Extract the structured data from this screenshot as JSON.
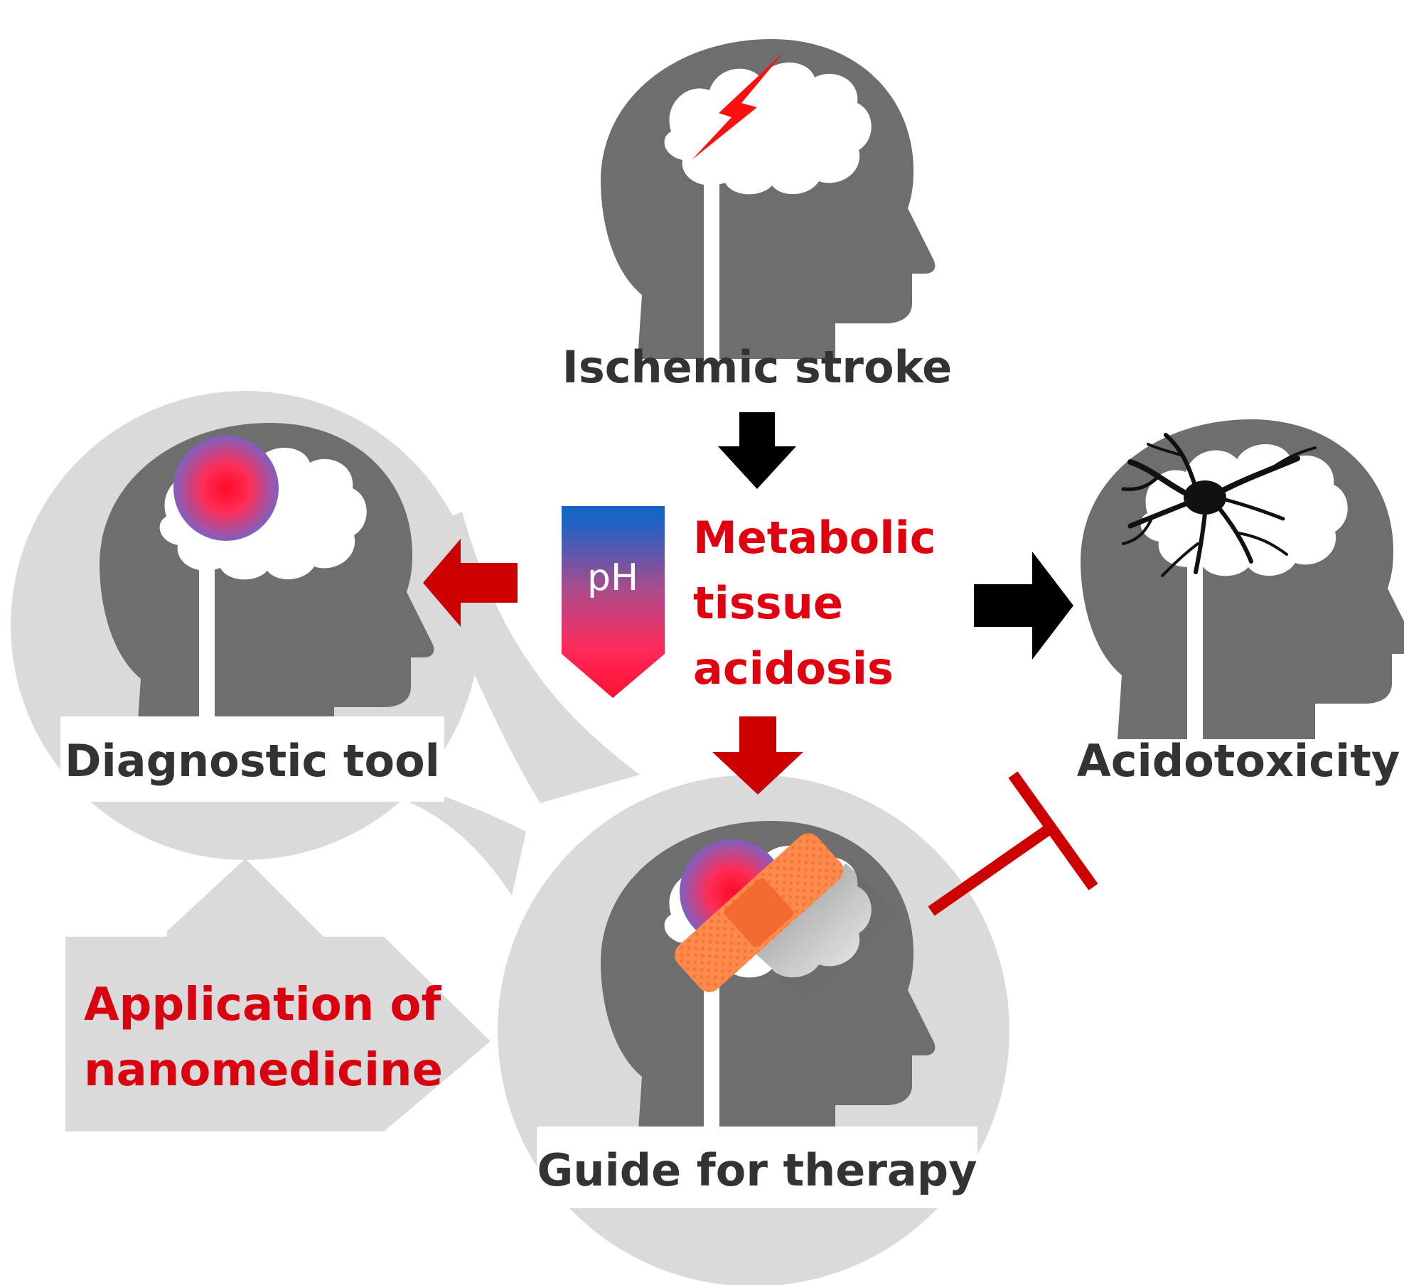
{
  "nodes": {
    "stroke": {
      "label": "Ischemic stroke"
    },
    "acidosis": {
      "lines": [
        "Metabolic",
        "tissue",
        "acidosis"
      ]
    },
    "ph": {
      "label": "pH"
    },
    "diagnostic": {
      "label": "Diagnostic tool"
    },
    "acidotoxicity": {
      "label": "Acidotoxicity"
    },
    "therapy": {
      "label": "Guide for therapy"
    },
    "nanomedicine": {
      "lines": [
        "Application of",
        "nanomedicine"
      ]
    }
  },
  "colors": {
    "head": "#6e6e6e",
    "blob": "#dadada",
    "red_arrow": "#cc0000",
    "black_arrow": "#000000",
    "red_text": "#e00010",
    "dark_text": "#333333",
    "ph_top": "#1565c0",
    "ph_bottom": "#ff1744",
    "bandage": "#ff8a4c"
  },
  "icons": {
    "top_head": "head-with-lightning-icon",
    "left_head": "head-with-lesion-icon",
    "right_head": "head-with-dead-neuron-icon",
    "bottom_head": "head-with-bandage-icon",
    "inhibition": "t-bar-inhibition-icon"
  }
}
